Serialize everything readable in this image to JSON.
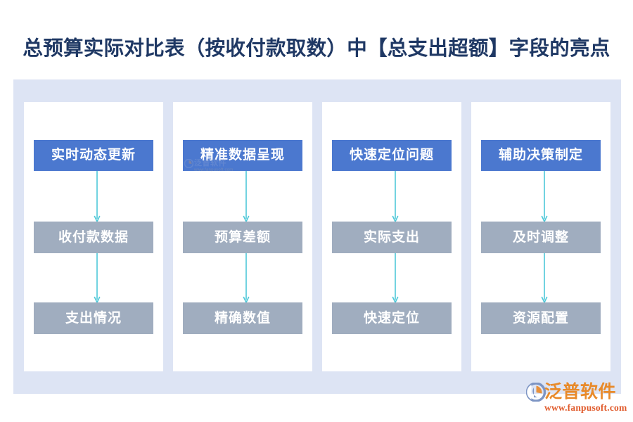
{
  "title": "总预算实际对比表（按收付款取数）中【总支出超额】字段的亮点",
  "colors": {
    "title_text": "#1f3864",
    "panel_background": "#dde4f4",
    "card_background": "#ffffff",
    "head_box": "#4b78cf",
    "step_box": "#a0adbf",
    "box_text": "#ffffff",
    "arrow": "#4ec8d8",
    "brand_orange": "#e88a2a",
    "brand_url": "#e05a2b"
  },
  "columns": [
    {
      "head": "实时动态更新",
      "steps": [
        "收付款数据",
        "支出情况"
      ]
    },
    {
      "head": "精准数据呈现",
      "steps": [
        "预算差额",
        "精确数值"
      ]
    },
    {
      "head": "快速定位问题",
      "steps": [
        "实际支出",
        "快速定位"
      ]
    },
    {
      "head": "辅助决策制定",
      "steps": [
        "及时调整",
        "资源配置"
      ]
    }
  ],
  "watermark": {
    "name": "泛普软件",
    "sub": "www.fanpusoft.com"
  },
  "brand": {
    "name": "泛普软件",
    "url": "www.fanpusoft.com"
  }
}
